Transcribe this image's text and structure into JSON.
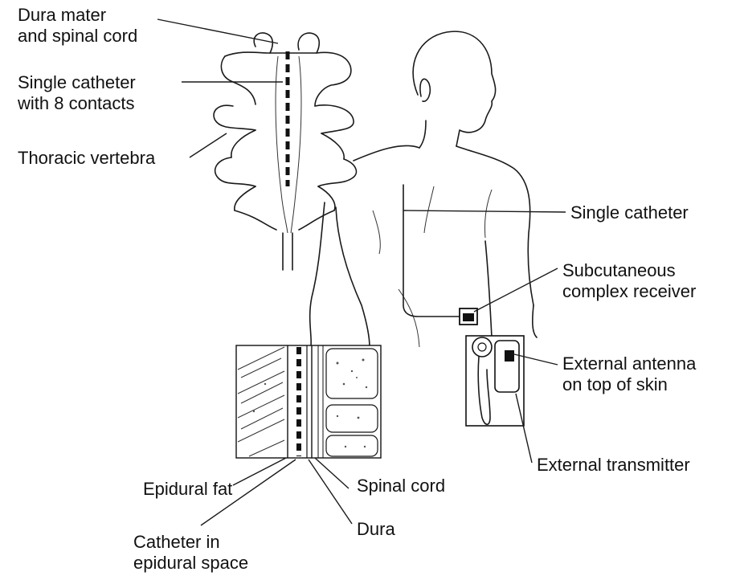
{
  "labels": {
    "dura_mater": [
      "Dura mater",
      "and spinal cord"
    ],
    "single_catheter_contacts": [
      "Single catheter",
      "with 8 contacts"
    ],
    "thoracic_vertebra": "Thoracic vertebra",
    "single_catheter": "Single catheter",
    "subcutaneous_receiver": [
      "Subcutaneous",
      "complex receiver"
    ],
    "external_antenna": [
      "External antenna",
      "on top of skin"
    ],
    "external_transmitter": "External transmitter",
    "epidural_fat": "Epidural fat",
    "spinal_cord": "Spinal cord",
    "catheter_epidural": [
      "Catheter in",
      "epidural space"
    ],
    "dura": "Dura"
  }
}
